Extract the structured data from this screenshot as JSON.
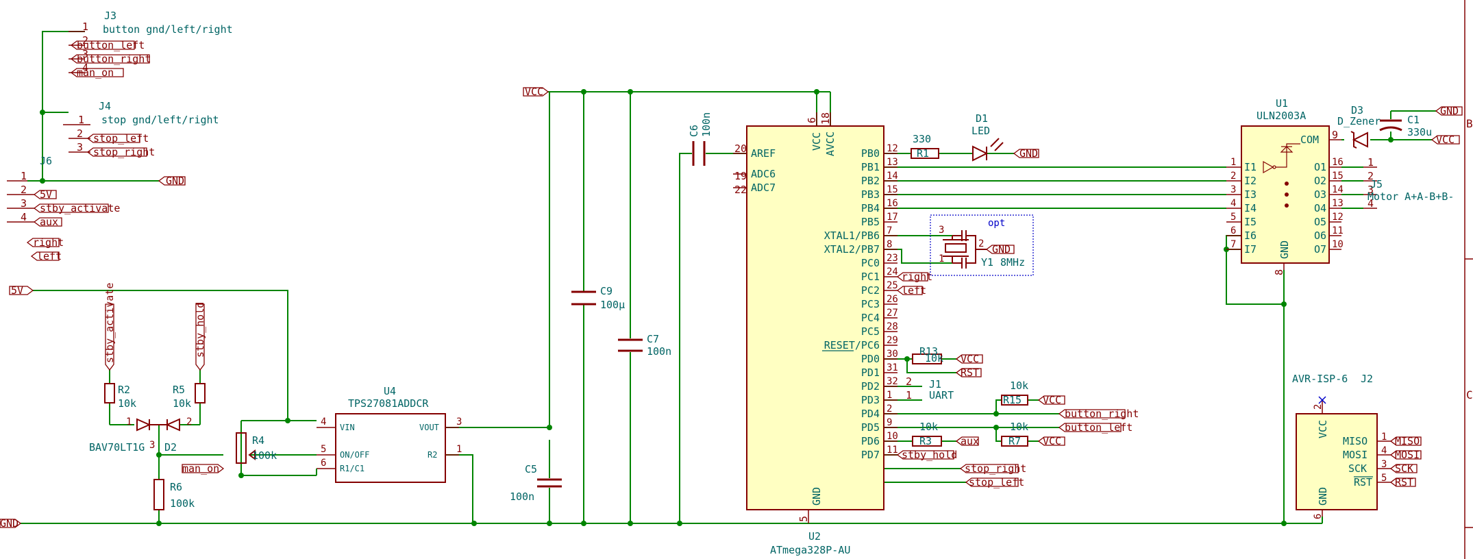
{
  "colors": {
    "wire": "#008400",
    "body": "#840000",
    "fill": "#ffffc2",
    "text": "#006464",
    "pin": "#840000",
    "opt": "#0000c8",
    "border": "#840000"
  },
  "borders": {
    "b": "B",
    "c": "C"
  },
  "conn_j3": {
    "ref": "J3",
    "value": "button gnd/left/right",
    "pins": [
      "1",
      "2",
      "3",
      "4"
    ],
    "labels": [
      "button_left",
      "button_right",
      "man_on"
    ]
  },
  "conn_j4": {
    "ref": "J4",
    "value": "stop gnd/left/right",
    "pins": [
      "1",
      "2",
      "3"
    ],
    "labels": [
      "stop_left",
      "stop_right"
    ]
  },
  "conn_j6": {
    "ref": "J6",
    "pins": [
      "1",
      "2",
      "3",
      "4"
    ],
    "labels": [
      "GND",
      "5V",
      "stby_activate",
      "aux"
    ]
  },
  "free_labels": [
    "right",
    "left"
  ],
  "power": {
    "vcc": "VCC",
    "gnd": "GND",
    "v5": "5V"
  },
  "u2": {
    "ref": "U2",
    "value": "ATmega328P-AU",
    "pins_left": [
      {
        "n": "20",
        "name": "AREF"
      },
      {
        "n": "19",
        "name": "ADC6"
      },
      {
        "n": "22",
        "name": "ADC7"
      }
    ],
    "top_pins": [
      {
        "n": "6",
        "name": "VCC"
      },
      {
        "n": "18",
        "name": "AVCC"
      }
    ],
    "gnd_pin": {
      "n": "5",
      "name": "GND"
    },
    "pins_right": [
      {
        "n": "12",
        "name": "PB0"
      },
      {
        "n": "13",
        "name": "PB1"
      },
      {
        "n": "14",
        "name": "PB2"
      },
      {
        "n": "15",
        "name": "PB3"
      },
      {
        "n": "16",
        "name": "PB4"
      },
      {
        "n": "17",
        "name": "PB5"
      },
      {
        "n": "7",
        "name": "XTAL1/PB6"
      },
      {
        "n": "8",
        "name": "XTAL2/PB7"
      },
      {
        "n": "23",
        "name": "PC0"
      },
      {
        "n": "24",
        "name": "PC1"
      },
      {
        "n": "25",
        "name": "PC2"
      },
      {
        "n": "26",
        "name": "PC3"
      },
      {
        "n": "27",
        "name": "PC4"
      },
      {
        "n": "28",
        "name": "PC5"
      },
      {
        "n": "29",
        "name": "RESET/PC6"
      },
      {
        "n": "30",
        "name": "PD0"
      },
      {
        "n": "31",
        "name": "PD1"
      },
      {
        "n": "32",
        "name": "PD2"
      },
      {
        "n": "1",
        "name": "PD3"
      },
      {
        "n": "2",
        "name": "PD4"
      },
      {
        "n": "9",
        "name": "PD5"
      },
      {
        "n": "10",
        "name": "PD6"
      },
      {
        "n": "11",
        "name": "PD7"
      }
    ]
  },
  "u1": {
    "ref": "U1",
    "value": "ULN2003A",
    "inputs": [
      {
        "n": "1",
        "name": "I1"
      },
      {
        "n": "2",
        "name": "I2"
      },
      {
        "n": "3",
        "name": "I3"
      },
      {
        "n": "4",
        "name": "I4"
      },
      {
        "n": "5",
        "name": "I5"
      },
      {
        "n": "6",
        "name": "I6"
      },
      {
        "n": "7",
        "name": "I7"
      }
    ],
    "outputs": [
      {
        "n": "16",
        "name": "O1"
      },
      {
        "n": "15",
        "name": "O2"
      },
      {
        "n": "14",
        "name": "O3"
      },
      {
        "n": "13",
        "name": "O4"
      },
      {
        "n": "12",
        "name": "O5"
      },
      {
        "n": "11",
        "name": "O6"
      },
      {
        "n": "10",
        "name": "O7"
      }
    ],
    "com": {
      "n": "9",
      "name": "COM"
    },
    "gnd": {
      "n": "8",
      "name": "GND"
    }
  },
  "u4": {
    "ref": "U4",
    "value": "TPS27081ADDCR",
    "pins": [
      {
        "n": "4",
        "name": "VIN"
      },
      {
        "n": "5",
        "name": "ON/OFF"
      },
      {
        "n": "6",
        "name": "R1/C1"
      },
      {
        "n": "3",
        "name": "VOUT"
      },
      {
        "n": "1",
        "name": "R2"
      }
    ]
  },
  "j2": {
    "ref": "J2",
    "value": "AVR-ISP-6",
    "pins": [
      {
        "n": "1",
        "name": "MISO"
      },
      {
        "n": "4",
        "name": "MOSI"
      },
      {
        "n": "3",
        "name": "SCK"
      },
      {
        "n": "5",
        "name": "RST"
      }
    ],
    "vcc_pin": {
      "n": "2",
      "name": "VCC"
    },
    "gnd_pin": {
      "n": "6",
      "name": "GND"
    },
    "labels": [
      "MISO",
      "MOSI",
      "SCK",
      "RST"
    ]
  },
  "j5": {
    "ref": "J5",
    "value": "Motor A+A-B+B-",
    "pins": [
      "1",
      "2",
      "3",
      "4"
    ]
  },
  "j1": {
    "ref": "J1",
    "value": "UART",
    "pins": [
      "2",
      "1"
    ]
  },
  "d1": {
    "ref": "D1",
    "value": "LED"
  },
  "d2": {
    "ref": "D2",
    "value": "BAV70LT1G",
    "pins": [
      "1",
      "2",
      "3"
    ]
  },
  "d3": {
    "ref": "D3",
    "value": "D_Zener"
  },
  "y1": {
    "ref": "Y1",
    "value": "8MHz",
    "group": "opt",
    "pins": [
      "3",
      "2",
      "1"
    ]
  },
  "caps": [
    {
      "ref": "C1",
      "value": "330u"
    },
    {
      "ref": "C5",
      "value": "100n"
    },
    {
      "ref": "C6",
      "value": "100n"
    },
    {
      "ref": "C7",
      "value": "100n"
    },
    {
      "ref": "C9",
      "value": "100µ"
    }
  ],
  "res": [
    {
      "ref": "R1",
      "value": "330"
    },
    {
      "ref": "R2",
      "value": "10k"
    },
    {
      "ref": "R3",
      "value": "10k"
    },
    {
      "ref": "R4",
      "value": "100k"
    },
    {
      "ref": "R5",
      "value": "10k"
    },
    {
      "ref": "R6",
      "value": "100k"
    },
    {
      "ref": "R7",
      "value": "10k"
    },
    {
      "ref": "R13",
      "value": "10k"
    },
    {
      "ref": "R15",
      "value": "10k"
    }
  ],
  "net_labels": {
    "right": "right",
    "left": "left",
    "rst": "RST",
    "aux": "aux",
    "stby_hold": "stby_hold",
    "stby_activate": "stby_activate",
    "stop_right": "stop_right",
    "stop_left": "stop_left",
    "button_right": "button_right",
    "button_left": "button_left",
    "man_on": "man_on",
    "gnd": "GND",
    "vcc": "VCC"
  }
}
